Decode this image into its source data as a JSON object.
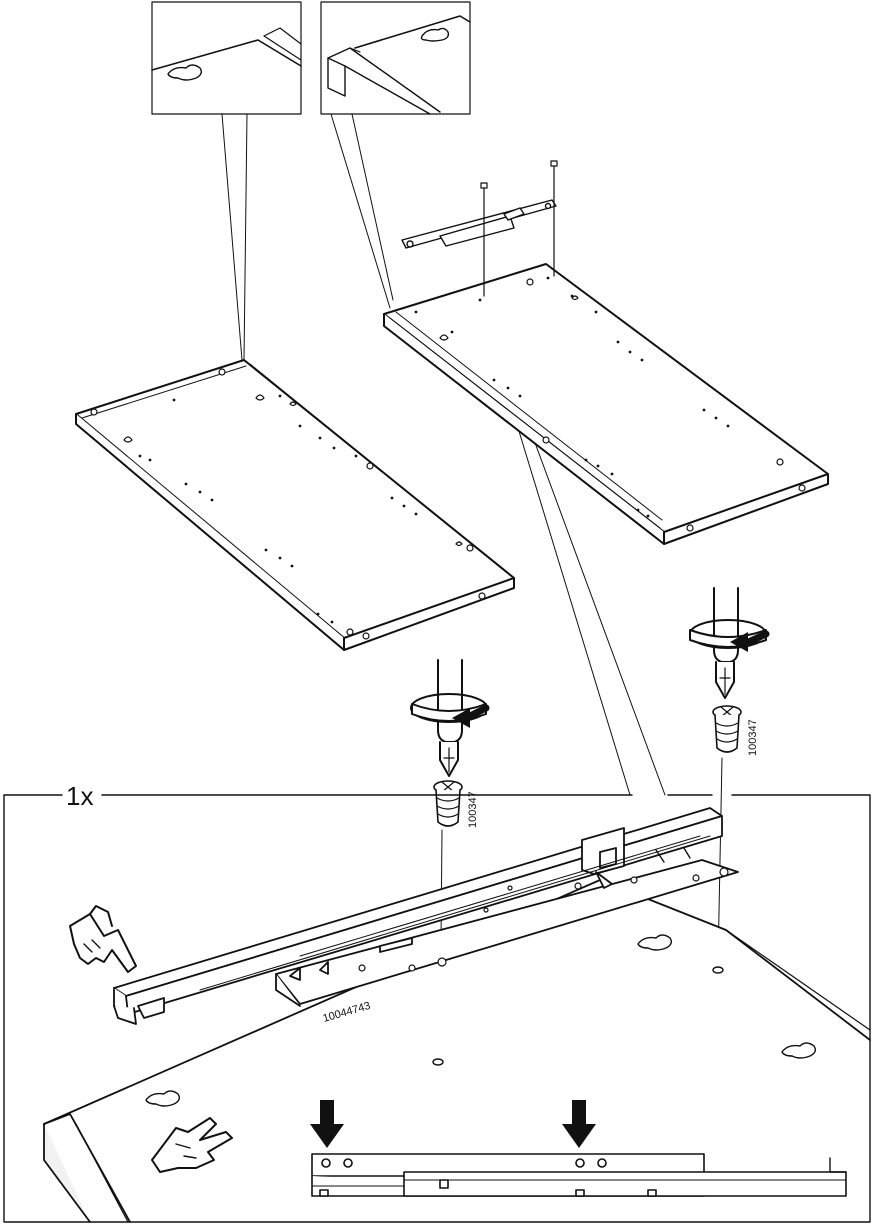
{
  "step": {
    "quantity_label": "1x",
    "screw_part_left": "100347",
    "screw_part_right": "100347",
    "rail_part": "10044743"
  },
  "icons": {
    "hand_pointing_rail": "hand-pointing-icon",
    "hand_pointing_panel": "hand-pointing-icon",
    "screwdriver_left": "screwdriver-icon",
    "screwdriver_right": "screwdriver-icon",
    "rotation_left": "clockwise-rotation-icon",
    "rotation_right": "clockwise-rotation-icon",
    "press_arrow_left": "down-arrow-icon",
    "press_arrow_right": "down-arrow-icon"
  },
  "colors": {
    "line": "#111111",
    "fill": "#ffffff",
    "shade": "#f2f2f2"
  }
}
